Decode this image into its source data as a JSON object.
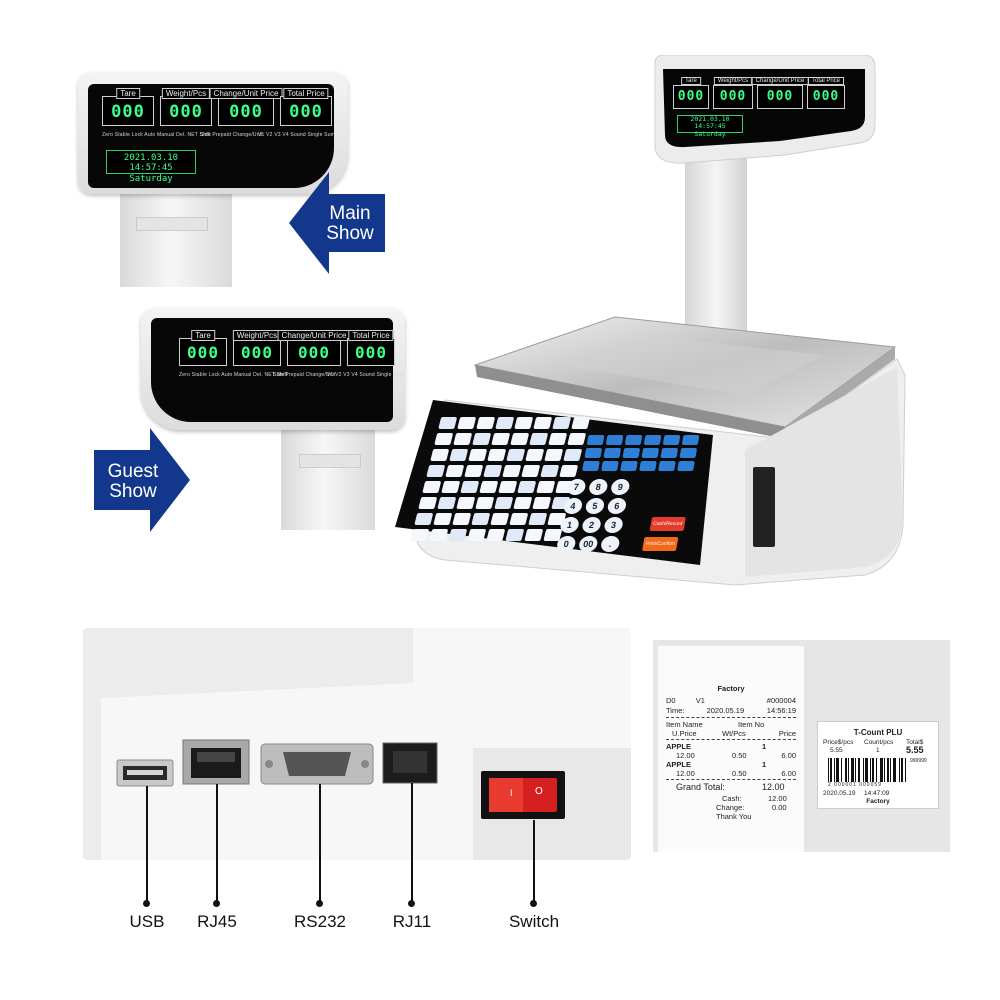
{
  "display": {
    "labels": [
      "Tare",
      "Weight/Pcs",
      "Change/Unit Price",
      "Total Price"
    ],
    "digits": [
      "000",
      "000",
      "000",
      "000"
    ],
    "flags_left": "Zero Stable Lock Auto Manual Del. NET Shift",
    "flags_mid": "Side Prepaid Change/Unit",
    "flags_right": "V1 V2 V3 V4 Sound Single Sum",
    "date": "2021.03.10 14:57:45",
    "day": "Saturday"
  },
  "arrows": {
    "main": [
      "Main",
      "Show"
    ],
    "guest": [
      "Guest",
      "Show"
    ],
    "color": "#13378c"
  },
  "keypad": {
    "cash_key": "Cash/Record",
    "total_key": "Print/Confirm",
    "numbers": [
      "7",
      "8",
      "9",
      "4",
      "5",
      "6",
      "1",
      "2",
      "3",
      "0",
      "00",
      "."
    ]
  },
  "ports": [
    {
      "name": "USB"
    },
    {
      "name": "RJ45"
    },
    {
      "name": "RS232"
    },
    {
      "name": "RJ11"
    },
    {
      "name": "Switch"
    }
  ],
  "switch_marks": [
    "I",
    "O"
  ],
  "receipt": {
    "store": "Factory",
    "d0": "D0",
    "v1": "V1",
    "number": "#000004",
    "time_label": "Time:",
    "date": "2020.05.19",
    "time": "14:56:19",
    "h_item_name": "Item Name",
    "h_item_no": "Item No",
    "h_uprice": "U.Price",
    "h_wt": "Wt/Pcs",
    "h_price": "Price",
    "items": [
      {
        "name": "APPLE",
        "no": "1",
        "uprice": "12.00",
        "wt": "0.50",
        "price": "6.00"
      },
      {
        "name": "APPLE",
        "no": "1",
        "uprice": "12.00",
        "wt": "0.50",
        "price": "6.00"
      }
    ],
    "grand_total_label": "Grand Total:",
    "grand_total": "12.00",
    "cash_label": "Cash:",
    "cash": "12.00",
    "change_label": "Change:",
    "change": "0.00",
    "thanks": "Thank You"
  },
  "label": {
    "title": "T-Count PLU",
    "col1": "Price$/pcs",
    "col2": "Count/pcs",
    "col3": "Total$",
    "price": "5.55",
    "count": "1",
    "total": "5.55",
    "code": "999999",
    "barcode_num": "2 000001 000059",
    "date": "2020.05.19",
    "time": "14:47:09",
    "store": "Factory"
  }
}
